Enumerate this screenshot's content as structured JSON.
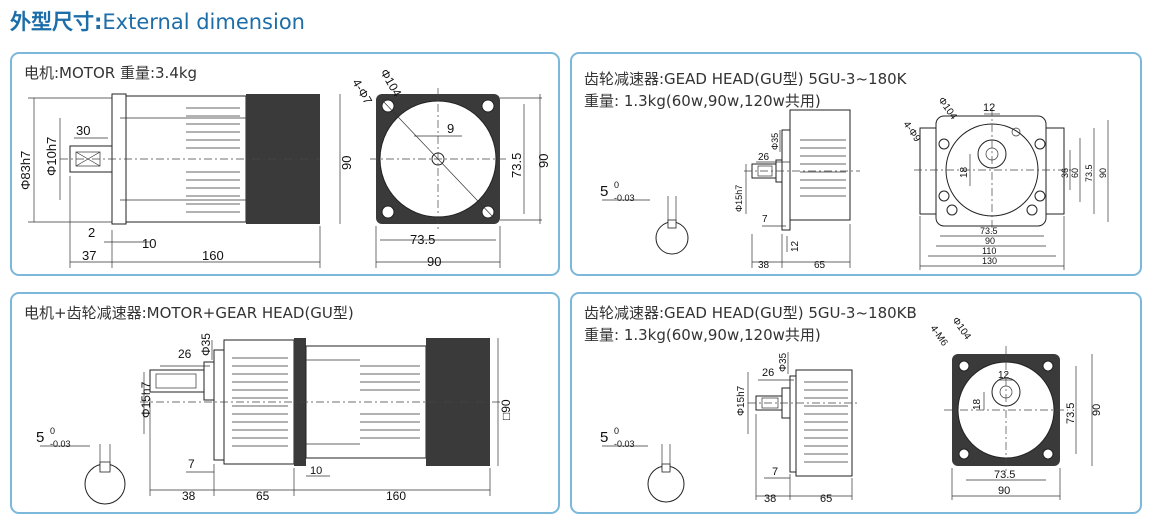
{
  "title": {
    "cn": "外型尺寸:",
    "en": "External dimension"
  },
  "colors": {
    "title": "#1c6da8",
    "panel_border": "#7bb8da",
    "body_fill": "#3a3a3a"
  },
  "panel_tl": {
    "caption": "电机:MOTOR  重量:3.4kg",
    "d_holes": "4-Φ7",
    "d_pcd": "Φ104",
    "d_shaft": "Φ10h7",
    "d_pilot": "Φ83h7",
    "d_30": "30",
    "d_9": "9",
    "d_2": "2",
    "d_10": "10",
    "d_37": "37",
    "d_160": "160",
    "d_90_side": "90",
    "d_73_5_v": "73.5",
    "d_90_v": "90",
    "d_73_5_h": "73.5",
    "d_90_h": "90"
  },
  "panel_tr": {
    "caption1": "齿轮减速器:GEAD HEAD(GU型)  5GU-3~180K",
    "caption2": "重量:  1.3kg(60w,90w,120w共用)",
    "key": "5",
    "tol_top": "0",
    "tol_bot": "-0.03",
    "d_35": "Φ35",
    "d_26": "26",
    "d_15": "Φ15h7",
    "d_7": "7",
    "d_12": "12",
    "d_38": "38",
    "d_65": "65",
    "d_holes": "4-Φ9",
    "d_pcd": "Φ104",
    "d_12_top": "12",
    "d_18": "18",
    "d_36": "36",
    "d_60": "60",
    "d_73_5_v": "73.5",
    "d_90_v": "90",
    "d_73_5": "73.5",
    "d_90": "90",
    "d_110": "110",
    "d_130": "130"
  },
  "panel_bl": {
    "caption": "电机+齿轮减速器:MOTOR+GEAR HEAD(GU型)",
    "key": "5",
    "tol_top": "0",
    "tol_bot": "-0.03",
    "d_35": "Φ35",
    "d_26": "26",
    "d_15": "Φ15h7",
    "d_7": "7",
    "d_10": "10",
    "d_38": "38",
    "d_65": "65",
    "d_160": "160",
    "d_sq90": "□90"
  },
  "panel_br": {
    "caption1": "齿轮减速器:GEAD HEAD(GU型)  5GU-3~180KB",
    "caption2": "重量:  1.3kg(60w,90w,120w共用)",
    "key": "5",
    "tol_top": "0",
    "tol_bot": "-0.03",
    "d_35": "Φ35",
    "d_26": "26",
    "d_15": "Φ15h7",
    "d_7": "7",
    "d_38": "38",
    "d_65": "65",
    "d_pcd": "Φ104",
    "d_holes": "4-M6",
    "d_12": "12",
    "d_18": "18",
    "d_73_5_v": "73.5",
    "d_90_v": "90",
    "d_73_5": "73.5",
    "d_90": "90"
  }
}
